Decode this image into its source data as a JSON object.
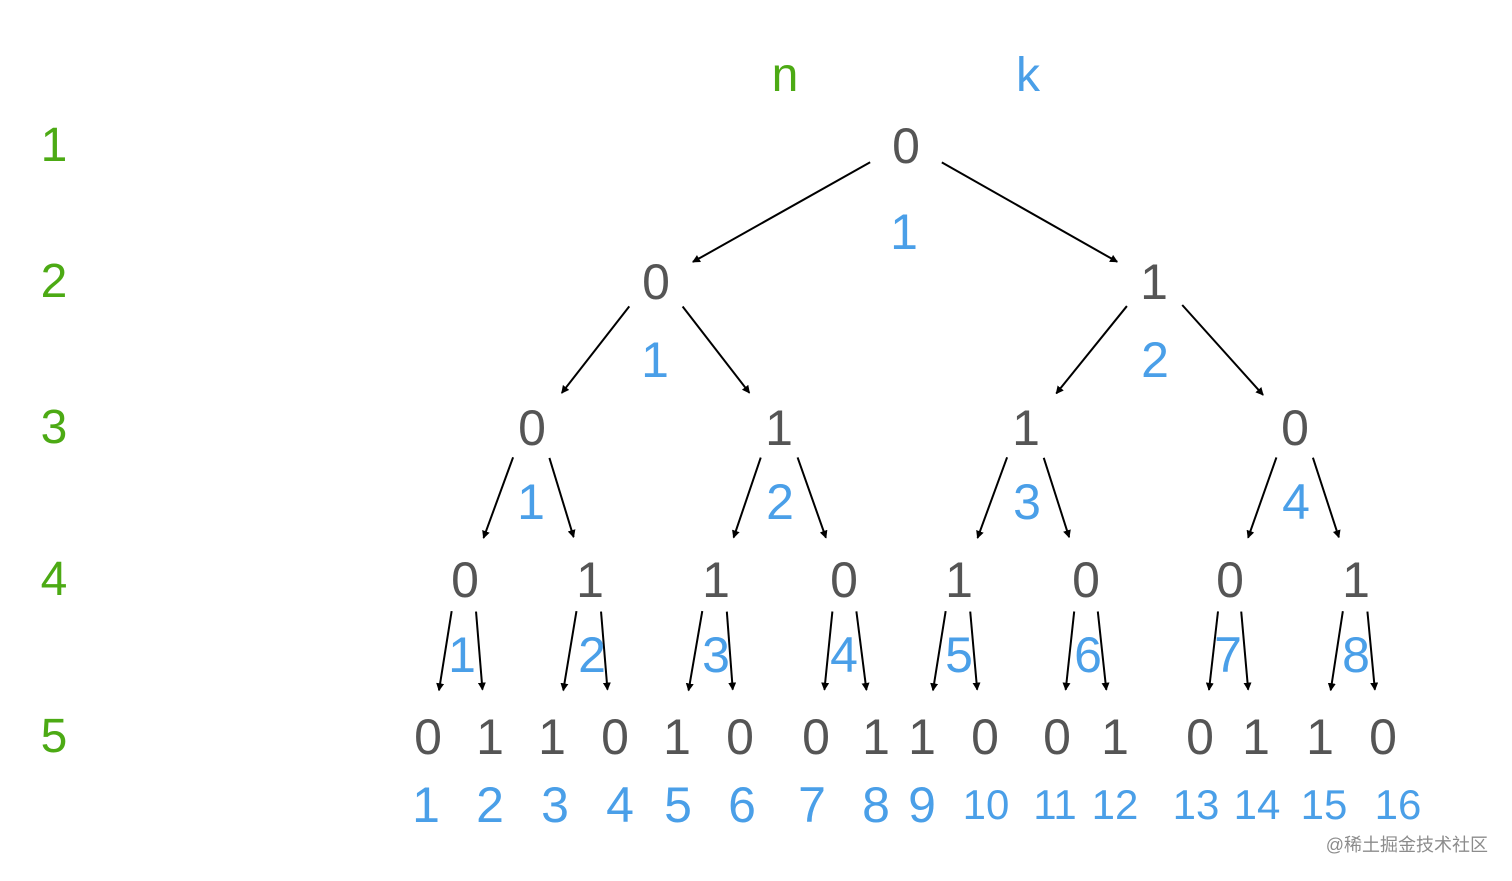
{
  "headers": {
    "n": "n",
    "k": "k"
  },
  "rows": [
    "1",
    "2",
    "3",
    "4",
    "5"
  ],
  "levels": [
    {
      "values": [
        "0"
      ],
      "indices": [
        "1"
      ]
    },
    {
      "values": [
        "0",
        "1"
      ],
      "indices": [
        "1",
        "2"
      ]
    },
    {
      "values": [
        "0",
        "1",
        "1",
        "0"
      ],
      "indices": [
        "1",
        "2",
        "3",
        "4"
      ]
    },
    {
      "values": [
        "0",
        "1",
        "1",
        "0",
        "1",
        "0",
        "0",
        "1"
      ],
      "indices": [
        "1",
        "2",
        "3",
        "4",
        "5",
        "6",
        "7",
        "8"
      ]
    },
    {
      "values": [
        "0",
        "1",
        "1",
        "0",
        "1",
        "0",
        "0",
        "1",
        "1",
        "0",
        "0",
        "1",
        "0",
        "1",
        "1",
        "0"
      ],
      "indices": [
        "1",
        "2",
        "3",
        "4",
        "5",
        "6",
        "7",
        "8",
        "9",
        "10",
        "11",
        "12",
        "13",
        "14",
        "15",
        "16"
      ]
    }
  ],
  "colors": {
    "row": "#4caa14",
    "index": "#4a9fe8",
    "node": "#555555",
    "arrow": "#000000"
  },
  "watermark": "@稀土掘金技术社区"
}
